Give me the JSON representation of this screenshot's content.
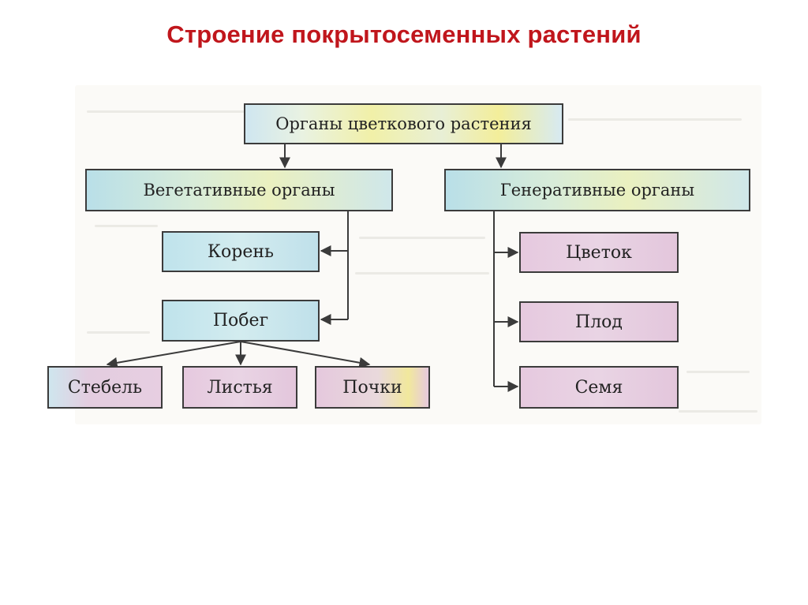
{
  "title": "Строение покрытосеменных растений",
  "diagram": {
    "root": "Органы цветкового растения",
    "vegetative": {
      "label": "Вегетативные органы",
      "root_organ": "Корень",
      "shoot": {
        "label": "Побег",
        "parts": [
          "Стебель",
          "Листья",
          "Почки"
        ]
      }
    },
    "generative": {
      "label": "Генеративные органы",
      "parts": [
        "Цветок",
        "Плод",
        "Семя"
      ]
    }
  },
  "colors": {
    "title": "#c0161c",
    "line": "#3b3b3b",
    "blue_box": "#bfe3ec",
    "pink_box": "#e6c9df"
  }
}
